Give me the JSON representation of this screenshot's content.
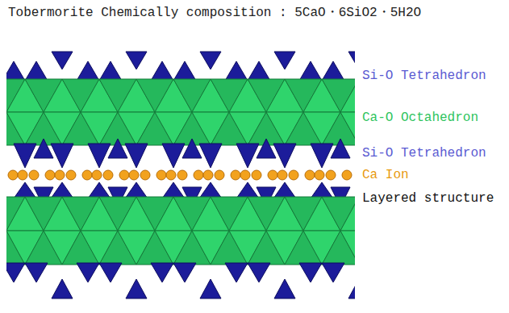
{
  "diagram": {
    "title": "Tobermorite Chemically composition : 5CaO・6SiO2・5H2O",
    "labels": [
      "Si-O Tetrahedron",
      "Ca-O Octahedron",
      "Si-O Tetrahedron",
      "Ca Ion",
      "Layered structure"
    ]
  }
}
